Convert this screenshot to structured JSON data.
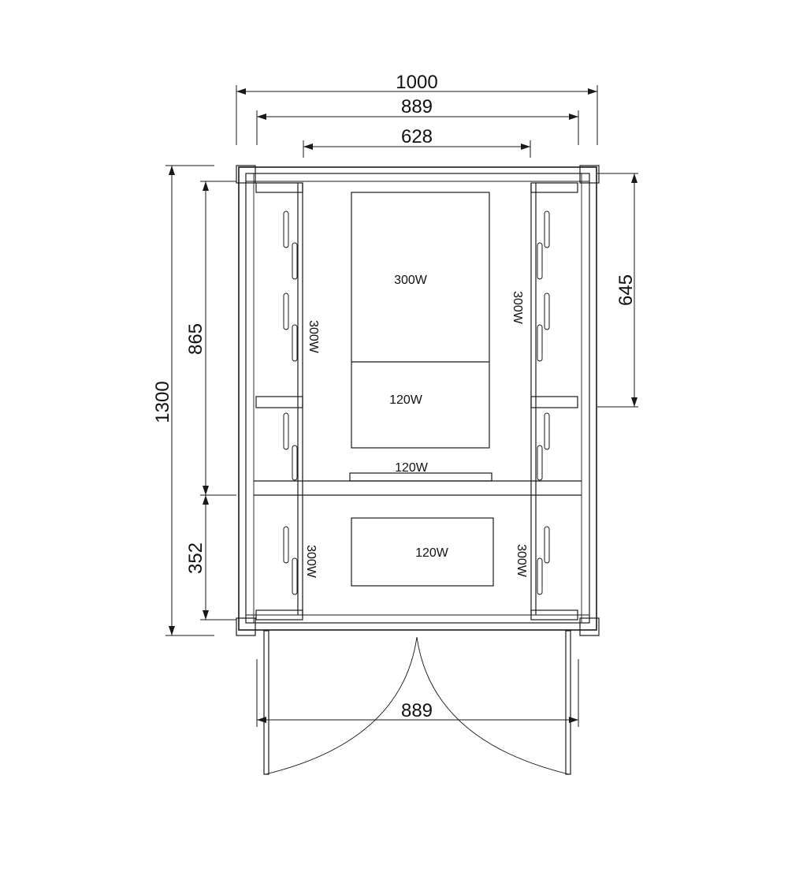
{
  "dimensions": {
    "overall_width": "1000",
    "interior_width": "889",
    "center_width": "628",
    "overall_depth": "1300",
    "upper_depth": "865",
    "lower_depth": "352",
    "right_depth": "645",
    "door_width": "889"
  },
  "heaters": {
    "back_large": "300W",
    "back_lower": "120W",
    "floor_strip": "120W",
    "front_panel": "120W",
    "left_upper": "300W",
    "right_upper": "300W",
    "left_lower": "300W",
    "right_lower": "300W"
  }
}
